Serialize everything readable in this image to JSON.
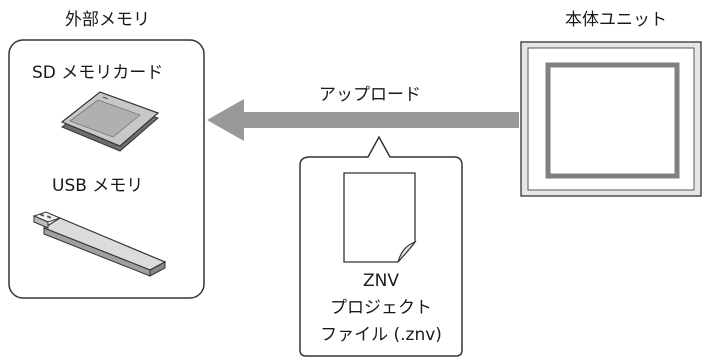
{
  "external_memory": {
    "title": "外部メモリ",
    "sd_card_label": "SD メモリカード",
    "usb_label": "USB メモリ"
  },
  "main_unit": {
    "title": "本体ユニット"
  },
  "upload_label": "アップロード",
  "project_file": {
    "line1": "ZNV",
    "line2": "プロジェクト",
    "line3": "ファイル (.znv)"
  },
  "colors": {
    "arrow": "#999999",
    "outline": "#333333",
    "screen_bezel": "#808080"
  }
}
